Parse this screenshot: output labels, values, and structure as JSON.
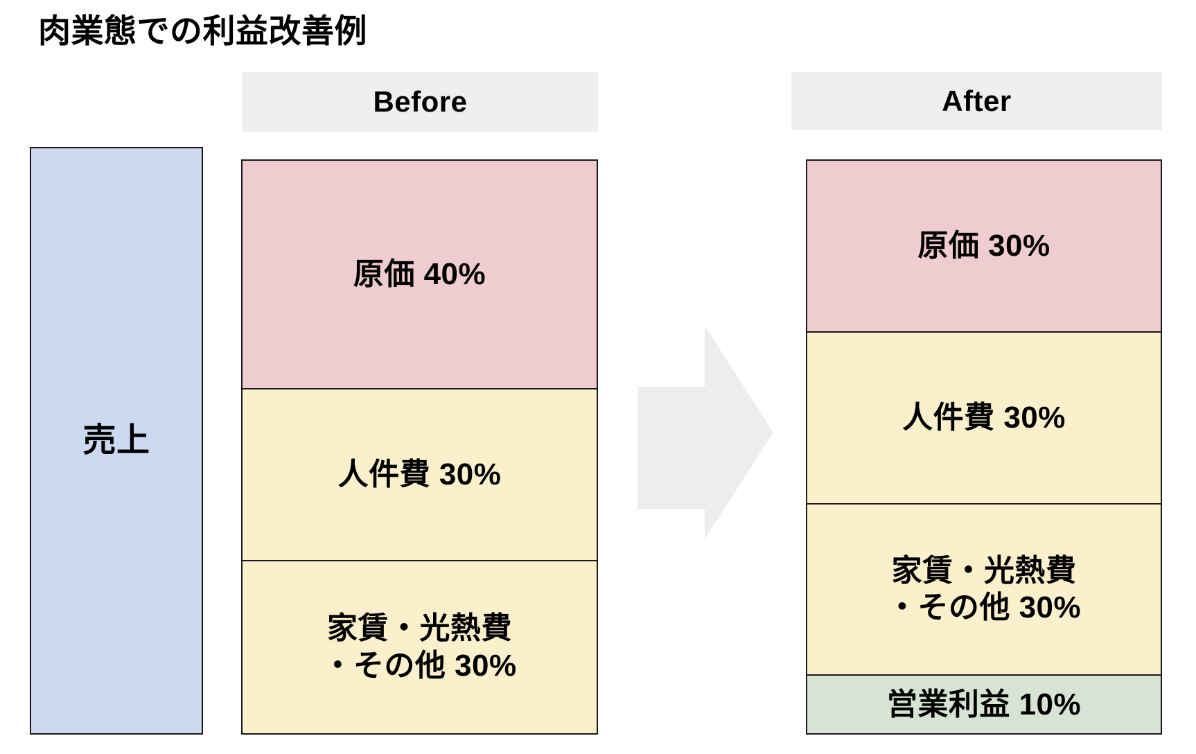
{
  "slide": {
    "title": "肉業態での利益改善例",
    "background": "#ffffff"
  },
  "colors": {
    "sales_fill": "#ccd9f0",
    "cost_fill": "#efcccf",
    "labor_fill": "#fbf0cc",
    "other_fill": "#fbf0cc",
    "profit_fill": "#d7e4d3",
    "header_fill": "#efefef",
    "arrow_fill": "#ededed",
    "outline": "#1a1a1a",
    "text": "#000000"
  },
  "sales": {
    "label": "売上"
  },
  "columns": [
    {
      "key": "before",
      "header": "Before",
      "segments": [
        {
          "name": "cost",
          "label": "原価 40%",
          "percent": 40,
          "fill": "#efcccf"
        },
        {
          "name": "labor",
          "label": "人件費 30%",
          "percent": 30,
          "fill": "#fbf0cc"
        },
        {
          "name": "other",
          "label": "家賃・光熱費\n・その他 30%",
          "percent": 30,
          "fill": "#fbf0cc"
        }
      ]
    },
    {
      "key": "after",
      "header": "After",
      "segments": [
        {
          "name": "cost",
          "label": "原価 30%",
          "percent": 30,
          "fill": "#efcccf"
        },
        {
          "name": "labor",
          "label": "人件費 30%",
          "percent": 30,
          "fill": "#fbf0cc"
        },
        {
          "name": "other",
          "label": "家賃・光熱費\n・その他 30%",
          "percent": 30,
          "fill": "#fbf0cc"
        },
        {
          "name": "profit",
          "label": "営業利益 10%",
          "percent": 10,
          "fill": "#d7e4d3"
        }
      ]
    }
  ],
  "arrow": {
    "name": "right-arrow",
    "direction": "right",
    "fill": "#ededed"
  },
  "chart_data": {
    "type": "bar",
    "title": "肉業態での利益改善例",
    "orientation": "vertical-stacked",
    "categories": [
      "売上",
      "Before",
      "After"
    ],
    "series": [
      {
        "name": "原価",
        "values": [
          null,
          40,
          30
        ]
      },
      {
        "name": "人件費",
        "values": [
          null,
          30,
          30
        ]
      },
      {
        "name": "家賃・光熱費・その他",
        "values": [
          null,
          30,
          30
        ]
      },
      {
        "name": "営業利益",
        "values": [
          null,
          null,
          10
        ]
      }
    ],
    "total": 100,
    "unit": "%",
    "xlabel": "",
    "ylabel": "",
    "ylim": [
      0,
      100
    ],
    "grid": false,
    "legend": "none"
  }
}
